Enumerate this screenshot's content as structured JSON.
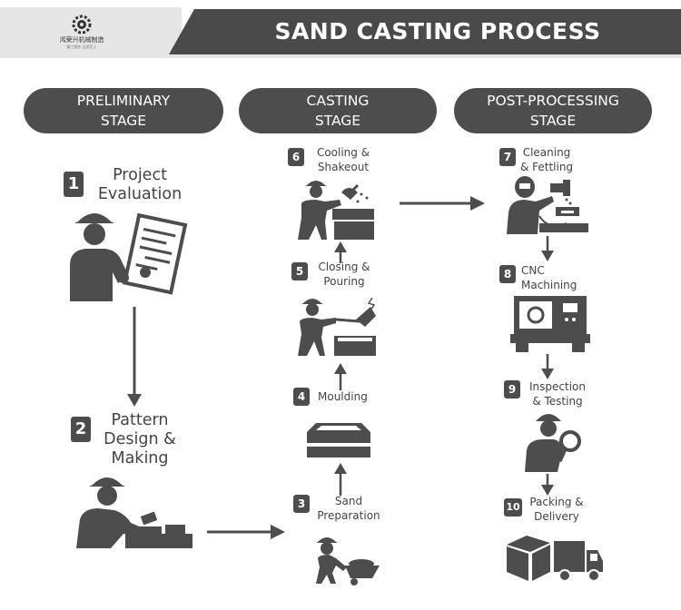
{
  "header": {
    "title": "SAND CASTING PROCESS",
    "logo_text": "鸿荣兴机械制造",
    "logo_subtext": "精工细作 品质至上"
  },
  "stages": [
    {
      "label": "PRELIMINARY\nSTAGE"
    },
    {
      "label": "CASTING\nSTAGE"
    },
    {
      "label": "POST-PROCESSING\nSTAGE"
    }
  ],
  "steps": [
    {
      "number": "1",
      "label": "Project\nEvaluation",
      "icon": "worker-with-blueprint-icon"
    },
    {
      "number": "2",
      "label": "Pattern\nDesign &\nMaking",
      "icon": "worker-making-pattern-icon"
    },
    {
      "number": "3",
      "label": "Sand\nPreparation",
      "icon": "worker-with-wheelbarrow-icon"
    },
    {
      "number": "4",
      "label": "Moulding",
      "icon": "mould-box-icon"
    },
    {
      "number": "5",
      "label": "Closing &\nPouring",
      "icon": "worker-pouring-ladle-icon"
    },
    {
      "number": "6",
      "label": "Cooling &\nShakeout",
      "icon": "worker-shakeout-icon"
    },
    {
      "number": "7",
      "label": "Cleaning\n& Fettling",
      "icon": "worker-grinding-icon"
    },
    {
      "number": "8",
      "label": "CNC\nMachining",
      "icon": "cnc-machine-icon"
    },
    {
      "number": "9",
      "label": "Inspection\n& Testing",
      "icon": "inspector-magnifier-icon"
    },
    {
      "number": "10",
      "label": "Packing &\nDelivery",
      "icon": "box-and-truck-icon"
    }
  ],
  "colors": {
    "dark": "#4d4d4d",
    "header": "#4a4a4a",
    "light": "#e6e6e6"
  }
}
